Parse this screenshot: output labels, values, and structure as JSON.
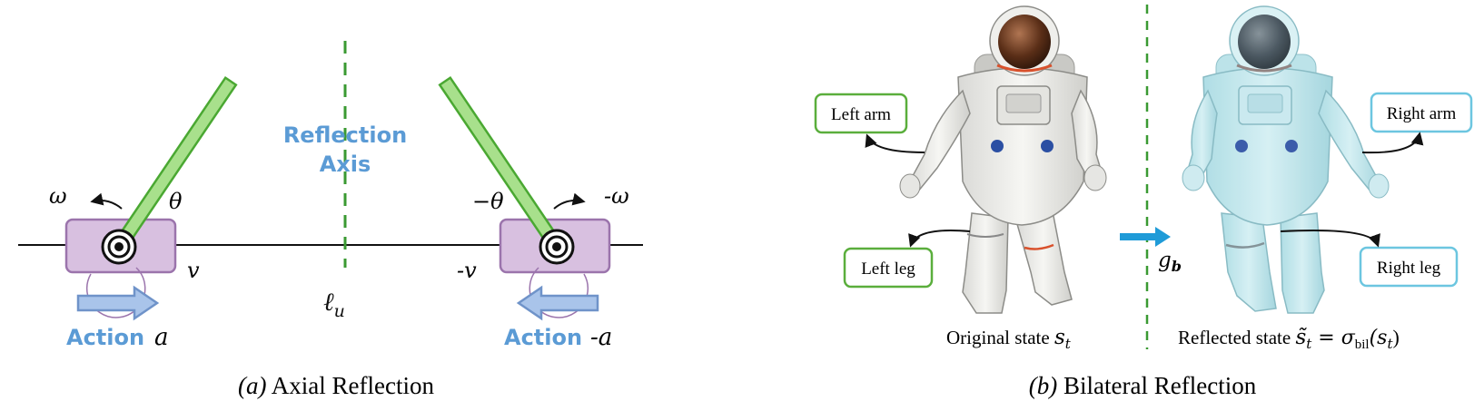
{
  "panel_a": {
    "caption_prefix": "(a)",
    "caption_text": "Axial Reflection",
    "axis_label_line1": "Reflection",
    "axis_label_line2": "Axis",
    "axis_symbol": "ℓ",
    "axis_symbol_sub": "u",
    "left_cart": {
      "omega": "ω",
      "theta": "θ",
      "velocity": "v",
      "action_word": "Action",
      "action_symbol": "a"
    },
    "right_cart": {
      "omega": "-ω",
      "theta": "−θ",
      "velocity": "-v",
      "action_word": "Action",
      "action_symbol": "-a"
    }
  },
  "panel_b": {
    "caption_prefix": "(b)",
    "caption_text": "Bilateral Reflection",
    "left_labels": {
      "arm": "Left arm",
      "leg": "Left leg"
    },
    "right_labels": {
      "arm": "Right arm",
      "leg": "Right leg"
    },
    "transform_symbol": "g",
    "transform_sub": "b",
    "original_state": "Original state",
    "original_symbol": "s",
    "original_sub": "t",
    "reflected_state": "Reflected state",
    "reflected_symbol": "s̃",
    "reflected_sub": "t",
    "reflected_eq": " = σ",
    "reflected_fn_sub": "bil",
    "reflected_arg": "(s",
    "reflected_arg_sub": "t",
    "reflected_close": ")"
  },
  "colors": {
    "pole_fill": "#a8e08c",
    "pole_stroke": "#4aa832",
    "cart_fill": "#d8c0e0",
    "cart_stroke": "#9b74ac",
    "axis_green": "#3a9a32",
    "action_blue": "#5b9bd5",
    "arrow_fill": "#a9c4ea",
    "arrow_stroke": "#6f93c9",
    "green_box": "#5aae3c",
    "cyan_box": "#6cc6e0",
    "transform_arrow": "#1f9bd8"
  }
}
